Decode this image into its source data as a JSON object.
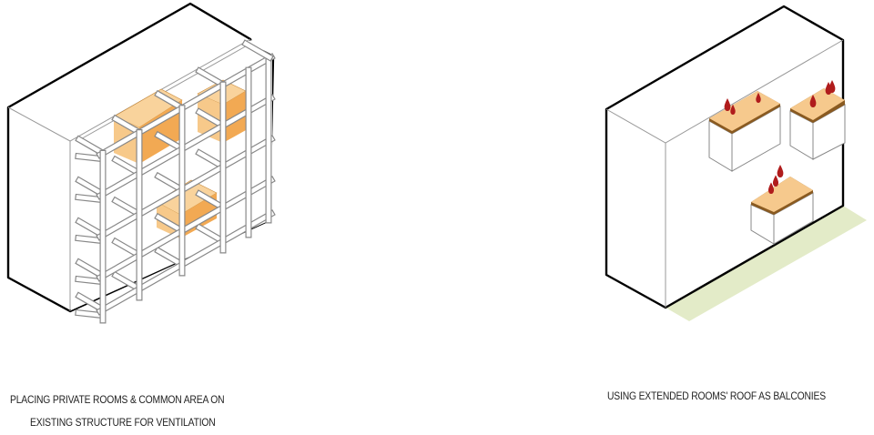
{
  "left_diagram": {
    "caption_line1": "PLACING PRIVATE ROOMS & COMMON AREA ON",
    "caption_line2": "EXISTING STRUCTURE FOR VENTILATION"
  },
  "right_diagram": {
    "caption": "USING EXTENDED ROOMS' ROOF AS BALCONIES"
  },
  "colors": {
    "room_light": "#f7c98a",
    "room_dark": "#f2a953",
    "roof_deck": "#f6c98d",
    "roof_edge": "#8a5a20",
    "people": "#b01c1c",
    "ground": "#e3ebc8"
  }
}
